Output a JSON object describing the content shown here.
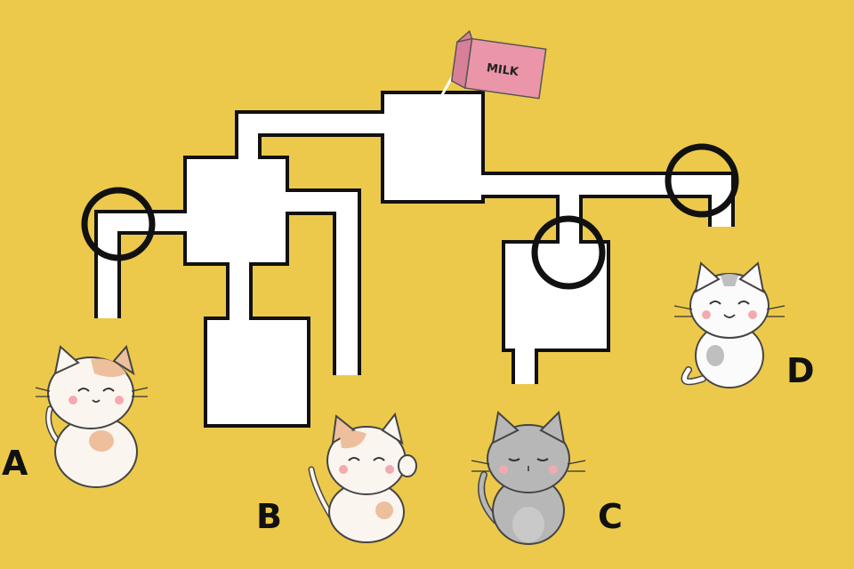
{
  "puzzle": {
    "milk_label": "MILK",
    "cats": [
      {
        "id": "A",
        "label": "A",
        "fur": "#fbf5ef",
        "patch": "#eebf9d"
      },
      {
        "id": "B",
        "label": "B",
        "fur": "#fbf5ef",
        "patch": "#eebf9d"
      },
      {
        "id": "C",
        "label": "C",
        "fur": "#b7b7b7",
        "patch": "#9d9d9d"
      },
      {
        "id": "D",
        "label": "D",
        "fur": "#fbfbfb",
        "patch": "#bfbfbf"
      }
    ]
  },
  "colors": {
    "background": "#ecc94b",
    "pipe_fill": "#ffffff",
    "pipe_outline": "#111111",
    "carton": "#ea96a8"
  }
}
